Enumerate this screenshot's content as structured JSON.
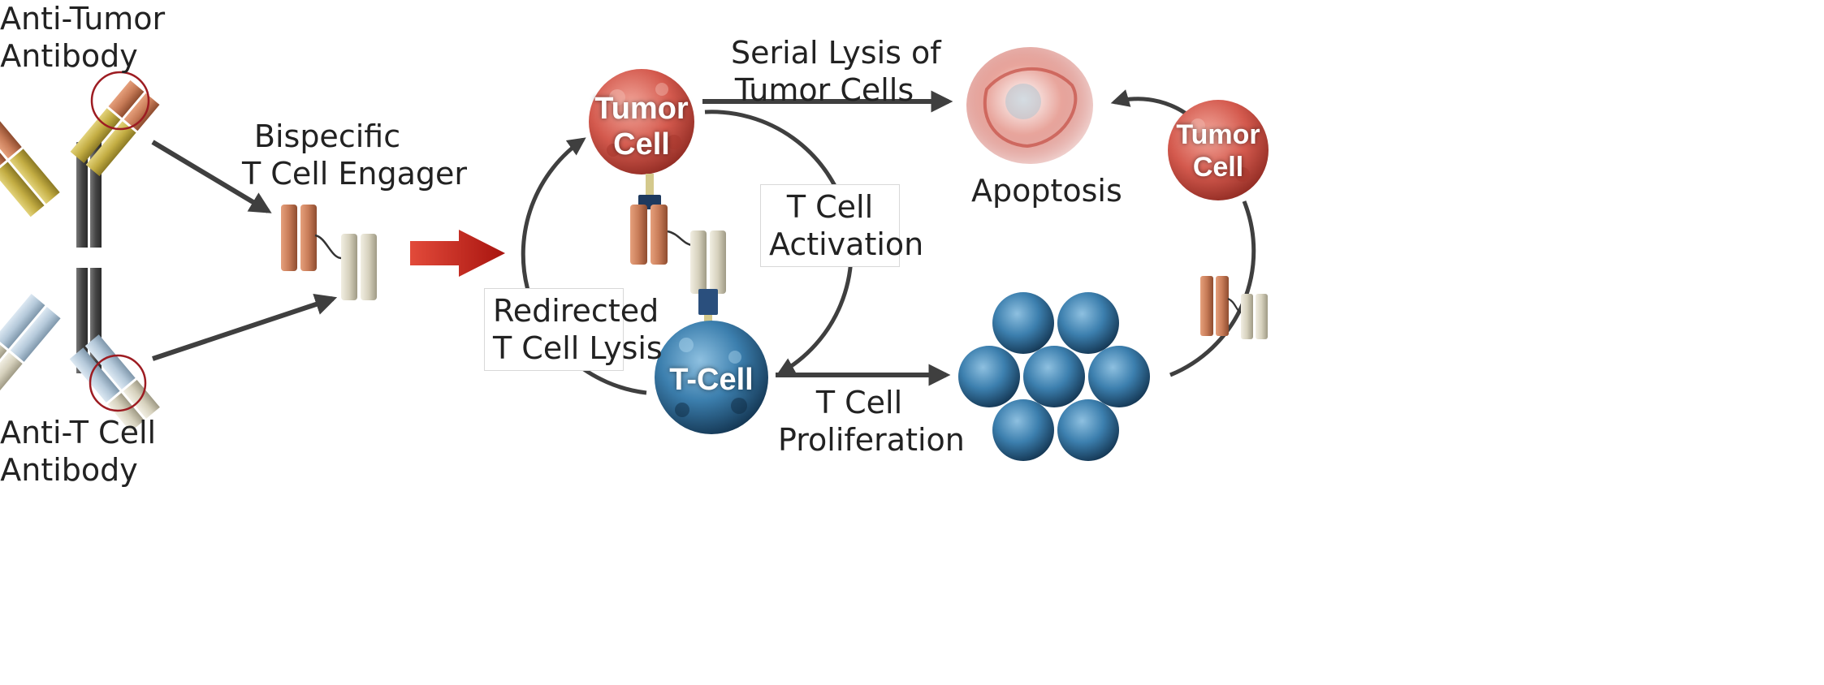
{
  "labels": {
    "anti_tumor_antibody": [
      "Anti-Tumor",
      "Antibody"
    ],
    "anti_t_cell_antibody": [
      "Anti-T Cell",
      "Antibody"
    ],
    "bispecific_engager": [
      "Bispecific",
      "T Cell Engager"
    ],
    "serial_lysis": [
      "Serial Lysis of",
      "Tumor Cells"
    ],
    "t_cell_activation": [
      "T Cell",
      "Activation"
    ],
    "redirected_lysis": [
      "Redirected",
      "T Cell Lysis"
    ],
    "t_cell_proliferation": [
      "T Cell",
      "Proliferation"
    ],
    "apoptosis": "Apoptosis"
  },
  "cells": {
    "tumor_cell_center": [
      "Tumor",
      "Cell"
    ],
    "t_cell": "T-Cell",
    "tumor_cell_right": [
      "Tumor",
      "Cell"
    ]
  },
  "colors": {
    "arrow": "#3f3f3f",
    "red_arrow": "#c8231c",
    "tumor_cell": "#d9574e",
    "t_cell": "#3c7fae",
    "anti_tumor_fab": "#c77b57",
    "anti_tumor_fab_light": "#c8b44a",
    "anti_t_cell_fab": "#b5c9da",
    "anti_t_cell_fab_light": "#d8d3c0",
    "fc": "#555555",
    "circle_highlight": "#9d1c22",
    "receptor": "#1e3a5f"
  }
}
